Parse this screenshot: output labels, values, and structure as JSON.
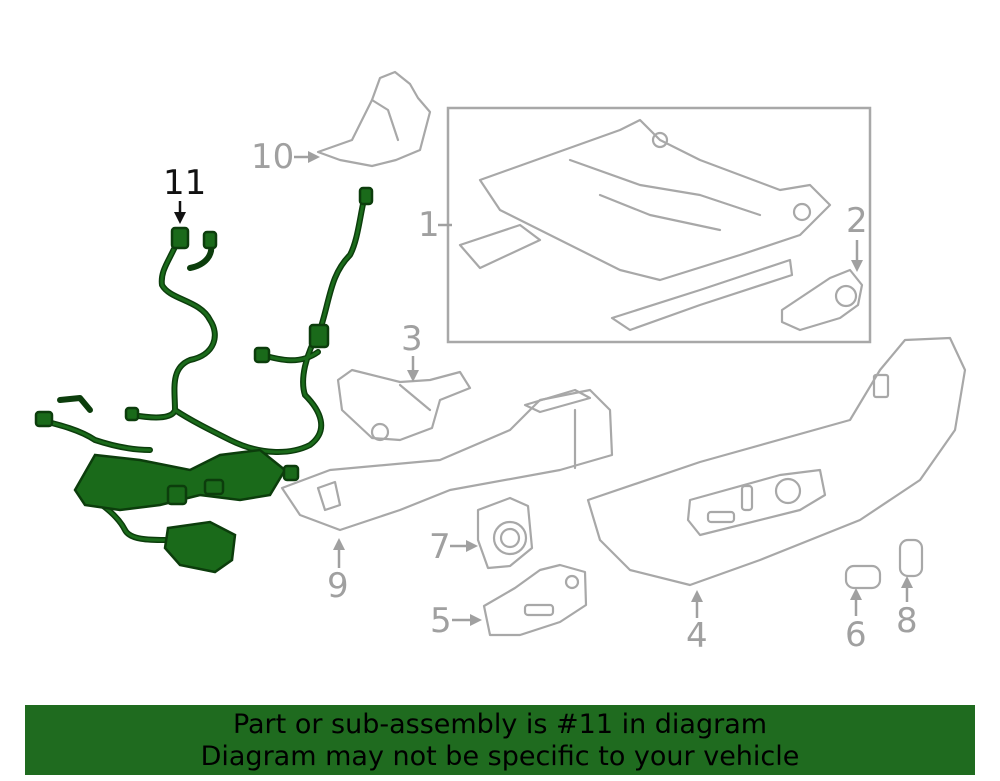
{
  "callouts": {
    "c1": "1",
    "c2": "2",
    "c3": "3",
    "c4": "4",
    "c5": "5",
    "c6": "6",
    "c7": "7",
    "c8": "8",
    "c9": "9",
    "c10": "10",
    "c11": "11"
  },
  "highlighted_part": "11",
  "colors": {
    "highlight": "#1f6b1f",
    "line": "#a8a8a8",
    "banner": "#1f6b1f"
  },
  "banner": {
    "line1": "Part or sub-assembly is #11 in diagram",
    "line2": "Diagram may not be specific to your vehicle"
  }
}
